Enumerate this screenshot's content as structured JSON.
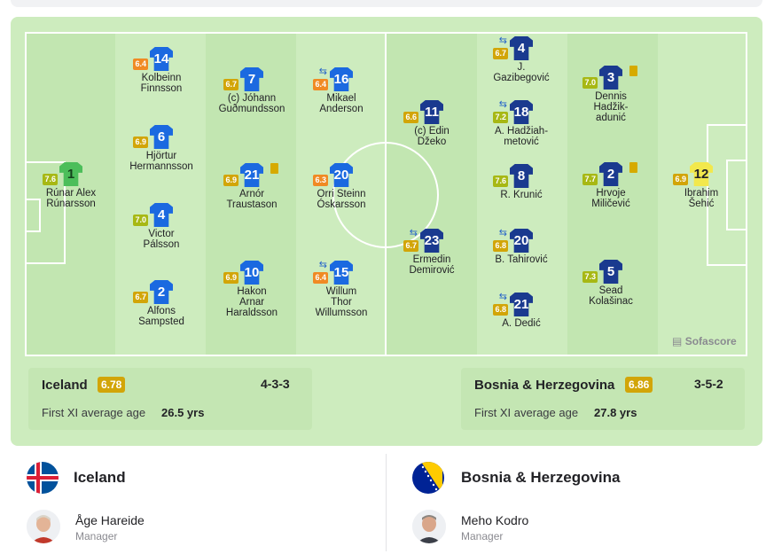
{
  "branding": {
    "logo_text": "Sofascore"
  },
  "colors": {
    "home_kit": "#1b69e0",
    "home_number": "#ffffff",
    "home_gk_kit": "#4cbe5a",
    "home_gk_number": "#14421c",
    "away_kit": "#1a3a8f",
    "away_number": "#ffffff",
    "away_gk_kit": "#f2e84c",
    "away_gk_number": "#222226",
    "rating_low": "#f08a24",
    "rating_mid": "#d2a508",
    "rating_good": "#a7b814",
    "yellow_card": "#d6aa00"
  },
  "home": {
    "name": "Iceland",
    "avg_rating": "6.78",
    "formation": "4-3-3",
    "age_label": "First XI average age",
    "age_value": "26.5 yrs",
    "manager": {
      "name": "Åge Hareide",
      "role": "Manager"
    },
    "players": [
      {
        "number": "1",
        "name": [
          "Rúnar Alex",
          "Rúnarsson"
        ],
        "rating": "7.6",
        "sub": false,
        "card": false,
        "gk": true
      },
      {
        "number": "14",
        "name": [
          "Kolbeinn",
          "Finnsson"
        ],
        "rating": "6.4",
        "sub": false,
        "card": false
      },
      {
        "number": "6",
        "name": [
          "Hjörtur",
          "Hermannsson"
        ],
        "rating": "6.9",
        "sub": false,
        "card": false
      },
      {
        "number": "4",
        "name": [
          "Victor",
          "Pálsson"
        ],
        "rating": "7.0",
        "sub": false,
        "card": false
      },
      {
        "number": "2",
        "name": [
          "Alfons",
          "Sampsted"
        ],
        "rating": "6.7",
        "sub": false,
        "card": false
      },
      {
        "number": "7",
        "name": [
          "(c) Jóhann",
          "Guðmundsson"
        ],
        "rating": "6.7",
        "sub": false,
        "card": false
      },
      {
        "number": "21",
        "name": [
          "Arnór",
          "Traustason"
        ],
        "rating": "6.9",
        "sub": false,
        "card": true
      },
      {
        "number": "10",
        "name": [
          "Hakon",
          "Arnar",
          "Haraldsson"
        ],
        "rating": "6.9",
        "sub": false,
        "card": false
      },
      {
        "number": "16",
        "name": [
          "Mikael",
          "Anderson"
        ],
        "rating": "6.4",
        "sub": true,
        "card": false
      },
      {
        "number": "20",
        "name": [
          "Orri Steinn",
          "Óskarsson"
        ],
        "rating": "6.3",
        "sub": false,
        "card": false
      },
      {
        "number": "15",
        "name": [
          "Willum",
          "Thor",
          "Willumsson"
        ],
        "rating": "6.4",
        "sub": true,
        "card": false
      }
    ]
  },
  "away": {
    "name": "Bosnia & Herzegovina",
    "avg_rating": "6.86",
    "formation": "3-5-2",
    "age_label": "First XI average age",
    "age_value": "27.8 yrs",
    "manager": {
      "name": "Meho Kodro",
      "role": "Manager"
    },
    "players": [
      {
        "number": "12",
        "name": [
          "Ibrahim",
          "Šehić"
        ],
        "rating": "6.9",
        "sub": false,
        "card": false,
        "gk": true
      },
      {
        "number": "3",
        "name": [
          "Dennis",
          "Hadžik-",
          "adunić"
        ],
        "rating": "7.0",
        "sub": false,
        "card": true
      },
      {
        "number": "2",
        "name": [
          "Hrvoje",
          "Miličević"
        ],
        "rating": "7.7",
        "sub": false,
        "card": true
      },
      {
        "number": "5",
        "name": [
          "Sead",
          "Kolašinac"
        ],
        "rating": "7.3",
        "sub": false,
        "card": false
      },
      {
        "number": "4",
        "name": [
          "J.",
          "Gazibegović"
        ],
        "rating": "6.7",
        "sub": true,
        "card": false
      },
      {
        "number": "18",
        "name": [
          "A. Hadžiah-",
          "metović"
        ],
        "rating": "7.2",
        "sub": true,
        "card": false
      },
      {
        "number": "8",
        "name": [
          "R. Krunić"
        ],
        "rating": "7.6",
        "sub": false,
        "card": false
      },
      {
        "number": "20",
        "name": [
          "B. Tahirović"
        ],
        "rating": "6.8",
        "sub": true,
        "card": false
      },
      {
        "number": "21",
        "name": [
          "A. Dedić"
        ],
        "rating": "6.8",
        "sub": true,
        "card": false
      },
      {
        "number": "11",
        "name": [
          "(c) Edin",
          "Džeko"
        ],
        "rating": "6.6",
        "sub": false,
        "card": false
      },
      {
        "number": "23",
        "name": [
          "Ermedin",
          "Demirović"
        ],
        "rating": "6.7",
        "sub": true,
        "card": false
      }
    ]
  }
}
